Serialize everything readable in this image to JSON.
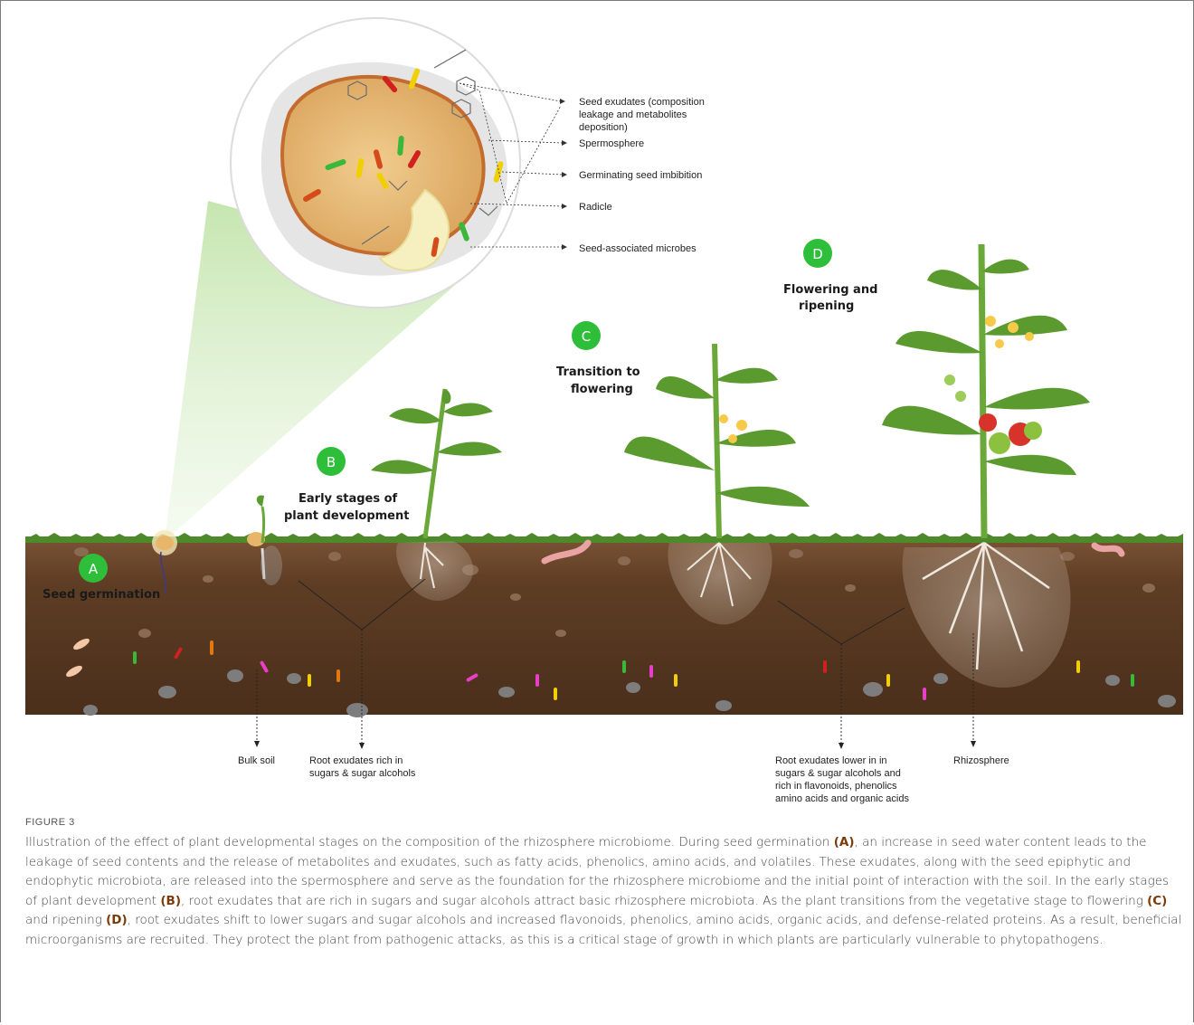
{
  "stages": {
    "a": {
      "letter": "A",
      "title_line1": "Seed germination",
      "title_line2": ""
    },
    "b": {
      "letter": "B",
      "title_line1": "Early stages of",
      "title_line2": "plant development"
    },
    "c": {
      "letter": "C",
      "title_line1": "Transition to",
      "title_line2": "flowering"
    },
    "d": {
      "letter": "D",
      "title_line1": "Flowering and",
      "title_line2": "ripening"
    }
  },
  "callouts": {
    "seed_exudates": [
      "Seed exudates (composition",
      "leakage and metabolites",
      "deposition)"
    ],
    "spermosphere": "Spermosphere",
    "imbibition": "Germinating seed imbibition",
    "radicle": "Radicle",
    "microbes": "Seed-associated microbes"
  },
  "bottom_labels": {
    "bulk_soil": "Bulk soil",
    "rich_exudates": [
      "Root exudates rich in",
      "sugars & sugar alcohols"
    ],
    "lower_exudates": [
      "Root exudates lower in in",
      "sugars & sugar alcohols and",
      "rich in flavonoids, phenolics",
      "amino acids and organic acids"
    ],
    "rhizosphere": "Rhizosphere"
  },
  "caption": {
    "label": "FIGURE 3",
    "p1": "Illustration of the effect of plant developmental stages on the composition of the rhizosphere microbiome. During seed germination ",
    "a": "(A)",
    "p2": ", an increase in seed water content leads to the leakage of seed contents and the release of metabolites and exudates, such as fatty acids, phenolics, amino acids, and volatiles. These exudates, along with the seed epiphytic and endophytic microbiota, are released into the spermosphere and serve as the foundation for the rhizosphere microbiome and the initial point of interaction with the soil. In the early stages of plant development ",
    "b": "(B)",
    "p3": ", root exudates that are rich in sugars and sugar alcohols attract basic rhizosphere microbiota. As the plant transitions from the vegetative stage to flowering ",
    "c": "(C)",
    "p4": " and ripening ",
    "d": "(D)",
    "p5": ", root exudates shift to lower sugars and sugar alcohols and increased flavonoids, phenolics, amino acids, organic acids, and defense-related proteins. As a result, beneficial microorganisms are recruited. They protect the plant from pathogenic attacks, as this is a critical stage of growth in which plants are particularly vulnerable to phytopathogens."
  },
  "colors": {
    "badge": "#2fbe3a",
    "soil_dark": "#5a3a22",
    "soil_top": "#6e4a2c",
    "grass": "#4c8a2a",
    "leaf": "#5b9a2f",
    "stem": "#6aa83a",
    "seed": "#e8b66a"
  }
}
